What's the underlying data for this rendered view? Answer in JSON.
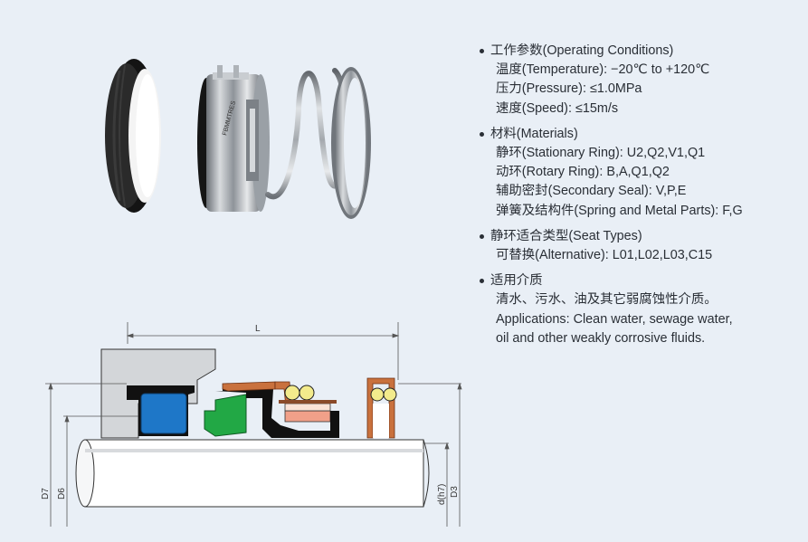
{
  "spec": {
    "sections": [
      {
        "title": "工作参数(Operating Conditions)",
        "lines": [
          "温度(Temperature): −20℃ to +120℃",
          "压力(Pressure): ≤1.0MPa",
          "速度(Speed): ≤15m/s"
        ]
      },
      {
        "title": "材料(Materials)",
        "lines": [
          "静环(Stationary Ring): U2,Q2,V1,Q1",
          "动环(Rotary Ring): B,A,Q1,Q2",
          "辅助密封(Secondary Seal): V,P,E",
          "弹簧及结构件(Spring and Metal Parts): F,G"
        ]
      },
      {
        "title": "静环适合类型(Seat Types)",
        "lines": [
          "可替换(Alternative): L01,L02,L03,C15"
        ]
      },
      {
        "title": "适用介质",
        "lines": [
          "清水、污水、油及其它弱腐蚀性介质。",
          "Applications: Clean water, sewage water,",
          "oil and other weakly corrosive fluids."
        ]
      }
    ]
  },
  "drawing": {
    "dimension_L": "L",
    "dimension_D7": "D7",
    "dimension_D6": "D6",
    "dimension_dh7": "d(h7)",
    "dimension_D3": "D3"
  },
  "photo": {
    "logo_text": "FBMMTRES"
  },
  "colors": {
    "background": "#e9eff6",
    "rotary_ring_blue": "#1e77c8",
    "secondary_seal_green": "#22a845",
    "spring_yellow": "#f3eb8c",
    "metal_copper": "#c9713d",
    "black_rubber": "#111111"
  }
}
